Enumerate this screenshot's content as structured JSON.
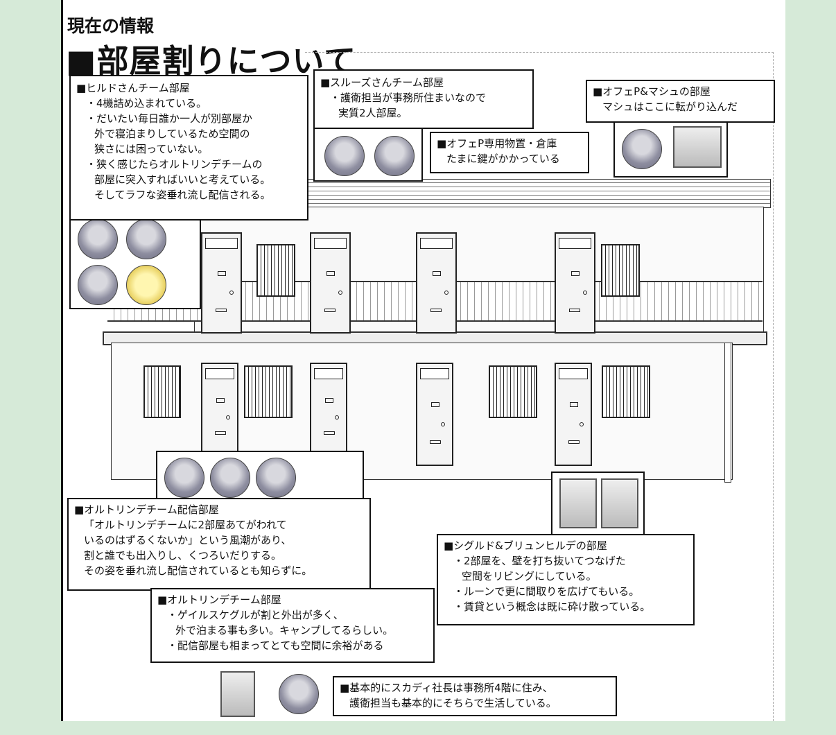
{
  "header": {
    "subtitle": "現在の情報",
    "title": "■部屋割りについて"
  },
  "callouts": {
    "hild": {
      "title": "■ヒルドさんチーム部屋",
      "lines": [
        "・4機詰め込まれている。",
        "・だいたい毎日誰か一人が別部屋か",
        "外で寝泊まりしているため空間の",
        "狭さには困っていない。",
        "・狭く感じたらオルトリンデチームの",
        "部屋に突入すればいいと考えている。",
        "そしてラフな姿垂れ流し配信される。"
      ]
    },
    "sluz": {
      "title": "■スルーズさんチーム部屋",
      "lines": [
        "・護衛担当が事務所住まいなので",
        "実質2人部屋。"
      ]
    },
    "storage": {
      "title": "■オフェP専用物置・倉庫",
      "lines": [
        "たまに鍵がかかっている"
      ]
    },
    "ofe_mash": {
      "title": "■オフェP&マシュの部屋",
      "lines": [
        "マシュはここに転がり込んだ"
      ]
    },
    "ortlinde_stream": {
      "title": "■オルトリンデチーム配信部屋",
      "lines": [
        "「オルトリンデチームに2部屋あてがわれて",
        "いるのはずるくないか」という風潮があり、",
        "割と誰でも出入りし、くつろいだりする。",
        "その姿を垂れ流し配信されているとも知らずに。"
      ]
    },
    "ortlinde_room": {
      "title": "■オルトリンデチーム部屋",
      "lines": [
        "・ゲイルスケグルが割と外出が多く、",
        "外で泊まる事も多い。キャンプしてるらしい。",
        "・配信部屋も相まってとても空間に余裕がある"
      ]
    },
    "sigurd": {
      "title": "■シグルド&ブリュンヒルデの部屋",
      "lines": [
        "・2部屋を、壁を打ち抜いてつなげた",
        "空間をリビングにしている。",
        "・ルーンで更に間取りを広げてもいる。",
        "・賃貸という概念は既に砕け散っている。"
      ]
    },
    "skadi": {
      "lines": [
        "■基本的にスカディ社長は事務所4階に住み、",
        "護衛担当も基本的にそちらで生活している。"
      ]
    }
  },
  "colors": {
    "background": "#d6ead8",
    "ink": "#111111"
  }
}
